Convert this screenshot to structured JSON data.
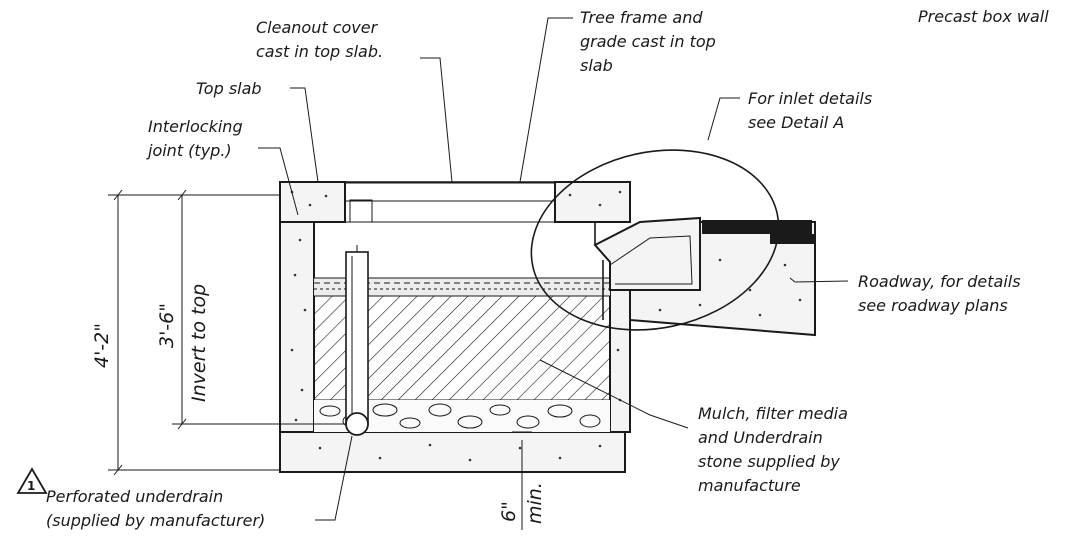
{
  "labels": {
    "cleanout_line1": "Cleanout cover",
    "cleanout_line2": "cast in top slab.",
    "tree_frame_line1": "Tree frame and",
    "tree_frame_line2": "grade cast in top",
    "tree_frame_line3": "slab",
    "precast_wall": "Precast box wall",
    "top_slab": "Top slab",
    "interlocking_line1": "Interlocking",
    "interlocking_line2": "joint (typ.)",
    "inlet_line1": "For inlet details",
    "inlet_line2": "see Detail A",
    "roadway_line1": "Roadway, for details",
    "roadway_line2": "see roadway plans",
    "mulch_line1": "Mulch, filter media",
    "mulch_line2": "and Underdrain",
    "mulch_line3": "stone supplied by",
    "mulch_line4": "manufacture",
    "underdrain_line1": "Perforated underdrain",
    "underdrain_line2": "(supplied by manufacturer)",
    "revision_mark": "1"
  },
  "dimensions": {
    "overall_height": "4'-2\"",
    "invert_to_top_value": "3'-6\"",
    "invert_to_top_text": "Invert to top",
    "base_thickness_value": "6\"",
    "base_thickness_text": "min."
  }
}
